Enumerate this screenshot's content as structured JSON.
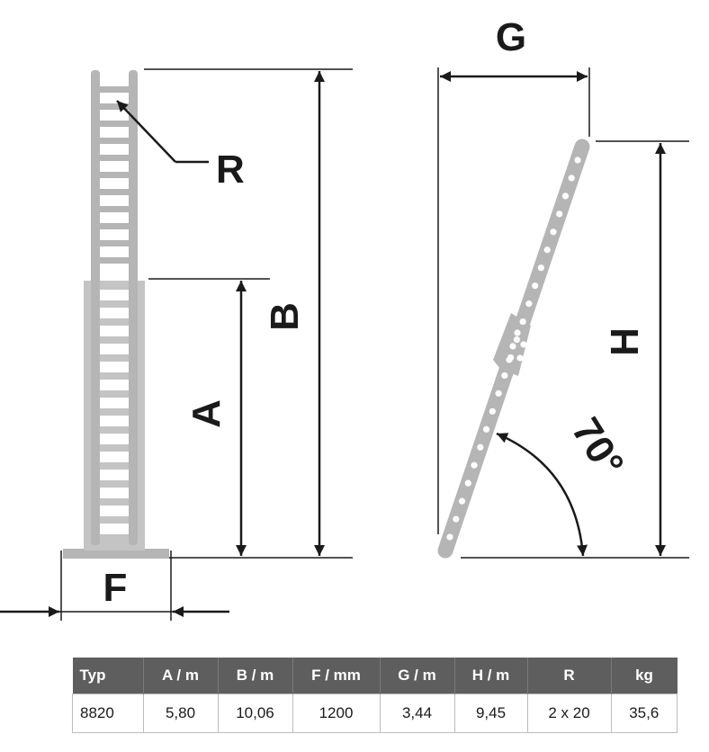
{
  "labels": {
    "r": "R",
    "b": "B",
    "a": "A",
    "f": "F",
    "g": "G",
    "h": "H",
    "angle": "70°"
  },
  "table": {
    "headers": [
      "Typ",
      "A / m",
      "B / m",
      "F / mm",
      "G / m",
      "H / m",
      "R",
      "kg"
    ],
    "rows": [
      [
        "8820",
        "5,80",
        "10,06",
        "1200",
        "3,44",
        "9,45",
        "2 x 20",
        "35,6"
      ]
    ]
  },
  "colors": {
    "ladder": "#b5b5b5",
    "ladder_edge": "#9a9a9a",
    "line": "#1a1a1a",
    "header_bg": "#5e5e5e"
  }
}
